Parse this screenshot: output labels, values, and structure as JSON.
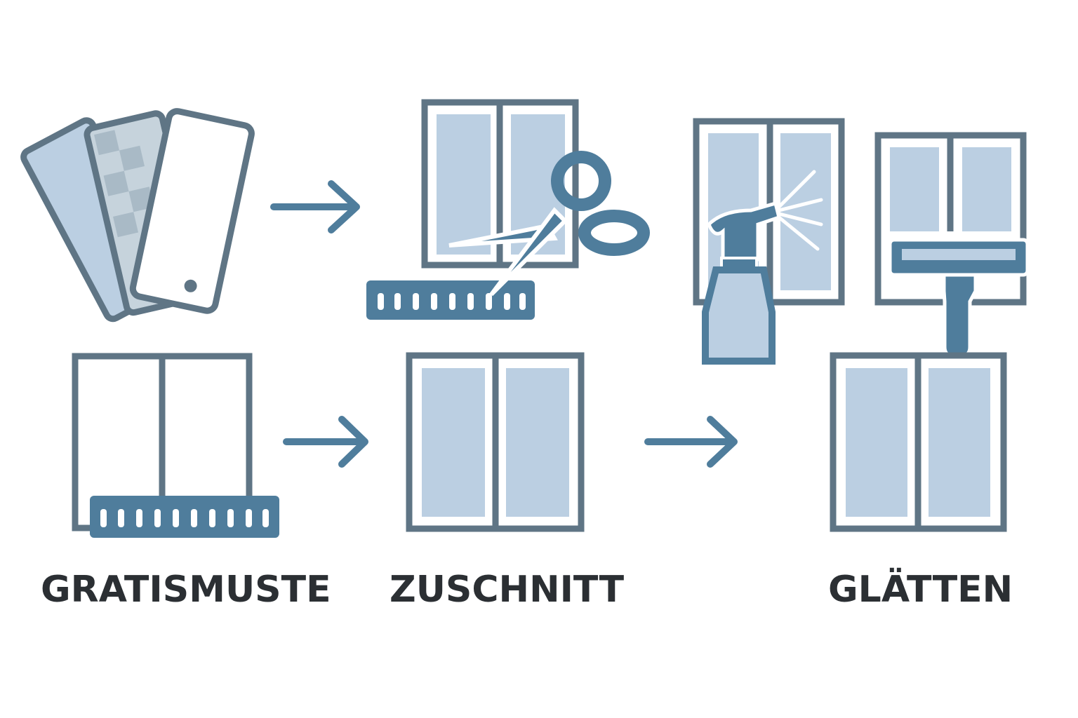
{
  "labels": {
    "step1": "GRATISMUSTE",
    "step2": "ZUSCHNITT",
    "step3": "GLÄTTEN"
  },
  "colors": {
    "frame": "#5f7585",
    "glass": "#bbcfe2",
    "accent": "#4f7d9c",
    "text": "#2b2f33"
  }
}
